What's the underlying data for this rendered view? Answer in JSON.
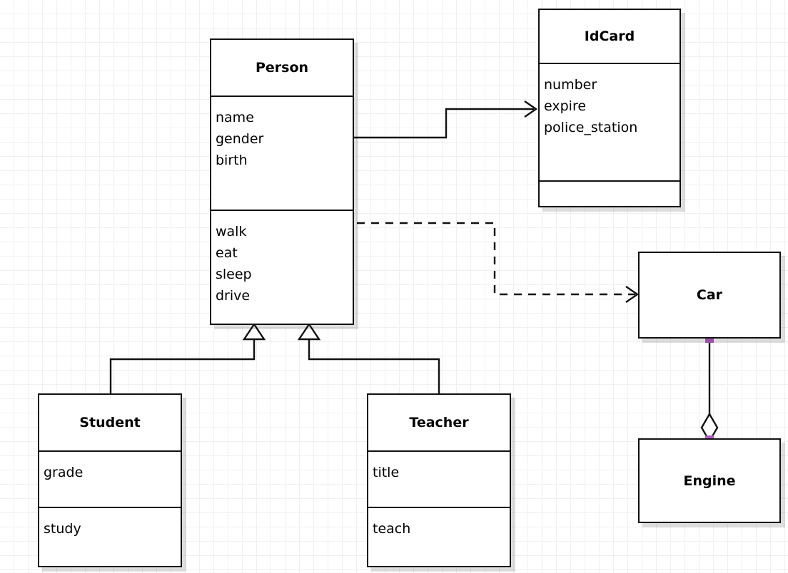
{
  "diagram": {
    "kind": "uml-class-diagram",
    "background": "#ffffff",
    "grid_color": "#f0f0f0",
    "line_color": "#111111",
    "endpoint_marker_color": "#b05fc0"
  },
  "classes": {
    "person": {
      "name": "Person",
      "attributes": [
        "name",
        "gender",
        "birth"
      ],
      "methods": [
        "walk",
        "eat",
        "sleep",
        "drive"
      ]
    },
    "idcard": {
      "name": "IdCard",
      "attributes": [
        "number",
        "expire",
        "police_station"
      ],
      "methods": []
    },
    "student": {
      "name": "Student",
      "attributes": [
        "grade"
      ],
      "methods": [
        "study"
      ]
    },
    "teacher": {
      "name": "Teacher",
      "attributes": [
        "title"
      ],
      "methods": [
        "teach"
      ]
    },
    "car": {
      "name": "Car",
      "attributes": [],
      "methods": []
    },
    "engine": {
      "name": "Engine",
      "attributes": [],
      "methods": []
    }
  },
  "relationships": [
    {
      "id": "person-to-idcard",
      "type": "association",
      "from": "Person",
      "to": "IdCard",
      "line": "solid",
      "arrowhead": "open"
    },
    {
      "id": "person-to-car",
      "type": "dependency",
      "from": "Person",
      "to": "Car",
      "line": "dashed",
      "arrowhead": "open"
    },
    {
      "id": "student-to-person",
      "type": "generalization",
      "from": "Student",
      "to": "Person",
      "line": "solid",
      "arrowhead": "hollow-triangle"
    },
    {
      "id": "teacher-to-person",
      "type": "generalization",
      "from": "Teacher",
      "to": "Person",
      "line": "solid",
      "arrowhead": "hollow-triangle"
    },
    {
      "id": "car-to-engine",
      "type": "aggregation",
      "from": "Car",
      "to": "Engine",
      "line": "solid",
      "arrowhead": "hollow-diamond"
    }
  ]
}
